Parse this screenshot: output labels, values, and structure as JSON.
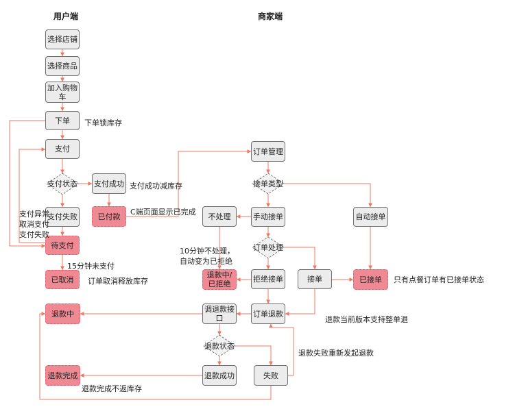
{
  "headers": {
    "user": "用户端",
    "merchant": "商家端"
  },
  "nodes": {
    "select_store": "选择店铺",
    "select_goods": "选择商品",
    "add_cart": "加入购物车",
    "place_order": "下单",
    "pay": "支付",
    "pay_success": "支付成功",
    "pay_fail": "支付失败",
    "paid": "已付款",
    "pending_pay": "待支付",
    "cancelled": "已取消",
    "refunding_user": "退款中",
    "refund_done": "退款完成",
    "order_mgmt": "订单管理",
    "no_handle": "不处理",
    "manual_accept": "手动接单",
    "auto_accept": "自动接单",
    "reject_order": "拒绝接单",
    "accept": "接单",
    "accepted": "已接单",
    "refunding_rejected": "退款中/已拒绝",
    "call_refund_api": "调退款接口",
    "order_refund": "订单退款",
    "refund_success": "退款成功",
    "refund_fail": "失败"
  },
  "diamonds": {
    "pay_status": "支付状态",
    "accept_type": "接单类型",
    "order_process": "订单处理",
    "refund_status": "退款状态"
  },
  "labels": {
    "lock_stock": "下单锁库存",
    "pay_reduce_stock": "支付成功减库存",
    "pay_exception": "支付异常\n取消支付\n支付失败",
    "c_display_done": "C端页面显示已完成",
    "unpaid_15min": "15分钟未支付",
    "cancel_release_stock": "订单取消释放库存",
    "auto_reject_10min": "10分钟不处理，\n自动变为已拒绝",
    "only_dine_in_accept": "只有点餐订单有已接单状态",
    "refund_whole_only": "退款当前版本支持整单退",
    "refund_fail_retry": "退款失败重新发起退款",
    "refund_no_restock": "退款完成不返库存"
  },
  "colors": {
    "arrow": "#ec7a63",
    "node_fill": "#ececec",
    "node_border": "#6f6f6f",
    "red_fill": "#ef8a94",
    "red_border": "#d86470",
    "diamond_fill": "#f2f2f2"
  }
}
